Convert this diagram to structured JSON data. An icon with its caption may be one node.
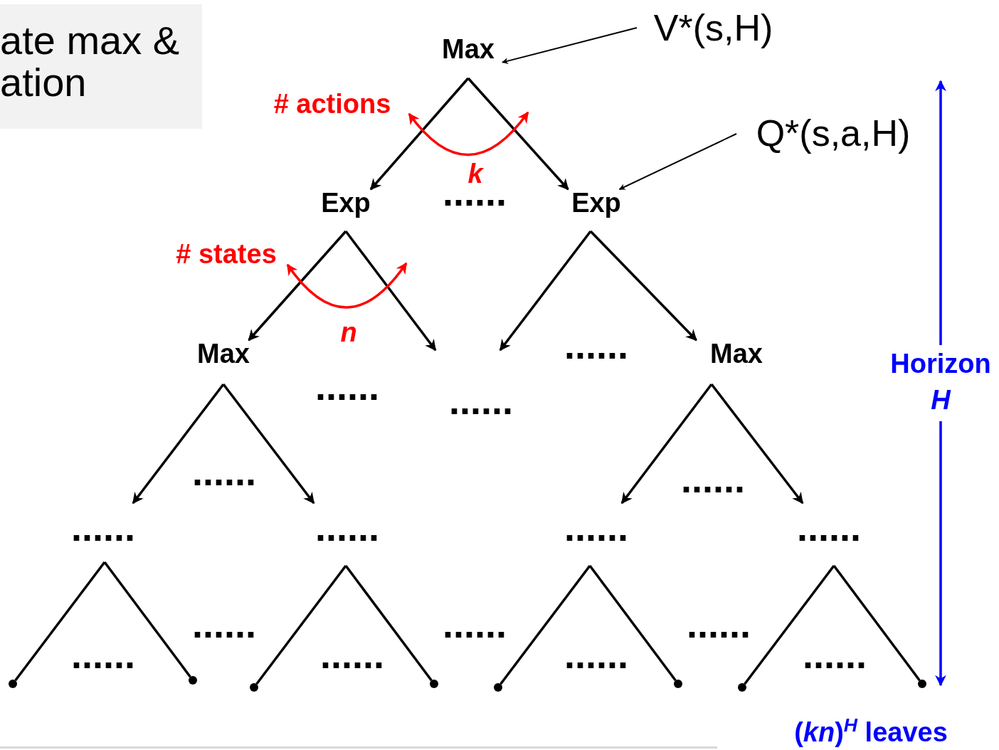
{
  "diagram": {
    "nodes": [
      {
        "text": [
          "Max"
        ]
      },
      {
        "text": [
          "Exp"
        ]
      },
      {
        "text": [
          "Exp"
        ]
      },
      {
        "text": [
          "Max"
        ]
      },
      {
        "text": [
          "Max"
        ]
      },
      {
        "text": [
          "V*(s,H)"
        ]
      },
      {
        "text": [
          "Q*(s,a,H)"
        ]
      },
      {
        "text": [
          "ate max & ation"
        ]
      },
      {
        "text": [],
        "shape": "circle"
      },
      {
        "text": [],
        "shape": "circle"
      },
      {
        "text": [],
        "shape": "circle"
      },
      {
        "text": [],
        "shape": "circle"
      },
      {
        "text": [],
        "shape": "circle"
      },
      {
        "text": [],
        "shape": "circle"
      },
      {
        "text": [],
        "shape": "circle"
      },
      {
        "text": [],
        "shape": "circle"
      }
    ],
    "edges": [
      {
        "from": 5,
        "to": 0,
        "arrow": "to"
      },
      {
        "from": 6,
        "to": 2,
        "arrow": "to"
      },
      {
        "from": 0,
        "to": 1,
        "arrow": "to"
      },
      {
        "from": 0,
        "to": 2,
        "arrow": "to"
      },
      {
        "from": 1,
        "to": 3,
        "arrow": "to"
      },
      {
        "from": 1,
        "to": null,
        "arrow": "to"
      },
      {
        "from": 2,
        "to": null,
        "arrow": "to"
      },
      {
        "from": 2,
        "to": 4,
        "arrow": "to"
      },
      {
        "from": 3,
        "to": null,
        "arrow": "to"
      },
      {
        "from": 3,
        "to": null,
        "arrow": "to"
      },
      {
        "from": 4,
        "to": null,
        "arrow": "to"
      },
      {
        "from": 4,
        "to": null,
        "arrow": "to"
      },
      {
        "from": null,
        "to": 8,
        "arrow": "none"
      },
      {
        "from": null,
        "to": 9,
        "arrow": "none"
      },
      {
        "from": null,
        "to": 10,
        "arrow": "none"
      },
      {
        "from": null,
        "to": 11,
        "arrow": "none"
      },
      {
        "from": null,
        "to": 12,
        "arrow": "none"
      },
      {
        "from": null,
        "to": 13,
        "arrow": "none"
      },
      {
        "from": null,
        "to": 14,
        "arrow": "none"
      },
      {
        "from": null,
        "to": 15,
        "arrow": "none"
      }
    ],
    "labels": [
      "# actions",
      "k",
      "......",
      "# states",
      "n",
      "......",
      "Horizon *H*",
      "......",
      "......",
      "......",
      "......",
      "......",
      "......",
      "......",
      "......",
      "......",
      "......",
      "......",
      "......",
      "......",
      "......",
      "......",
      "(*kn*)$^{H}$ leaves"
    ]
  }
}
